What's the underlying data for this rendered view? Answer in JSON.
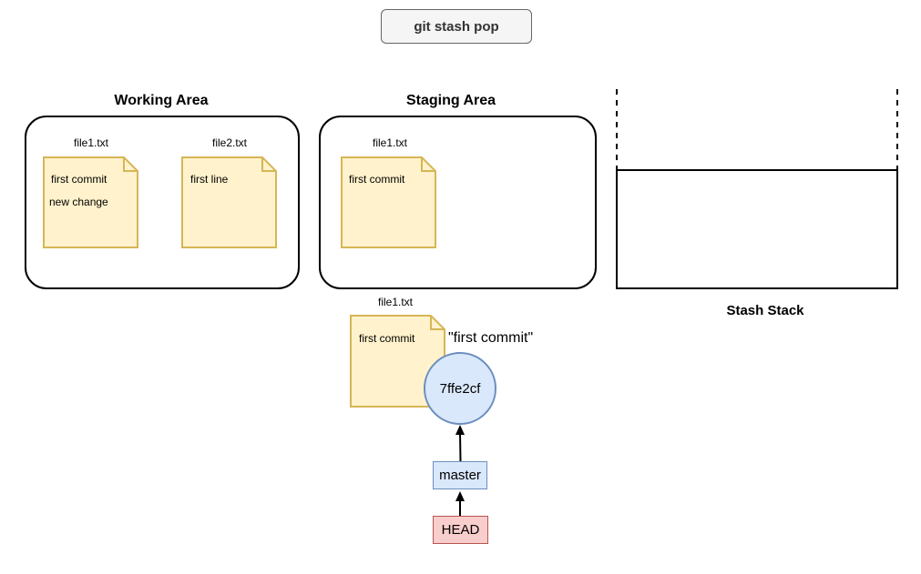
{
  "command": {
    "label": "git stash pop"
  },
  "working_area": {
    "title": "Working Area",
    "files": [
      {
        "name": "file1.txt",
        "lines": [
          "first commit",
          "new change"
        ]
      },
      {
        "name": "file2.txt",
        "lines": [
          "first line"
        ]
      }
    ]
  },
  "staging_area": {
    "title": "Staging Area",
    "files": [
      {
        "name": "file1.txt",
        "lines": [
          "first commit"
        ]
      }
    ]
  },
  "repository": {
    "file": {
      "name": "file1.txt",
      "lines": [
        "first commit"
      ]
    },
    "commit": {
      "hash": "7ffe2cf",
      "message": "\"first commit\""
    },
    "branch": "master",
    "head": "HEAD"
  },
  "stash": {
    "title": "Stash Stack"
  },
  "colors": {
    "note_fill": "#fff2cc",
    "note_stroke": "#d6b656",
    "commit_fill": "#dae8fc",
    "commit_stroke": "#6c8ebf",
    "head_fill": "#f8cecc",
    "head_stroke": "#b85450"
  }
}
